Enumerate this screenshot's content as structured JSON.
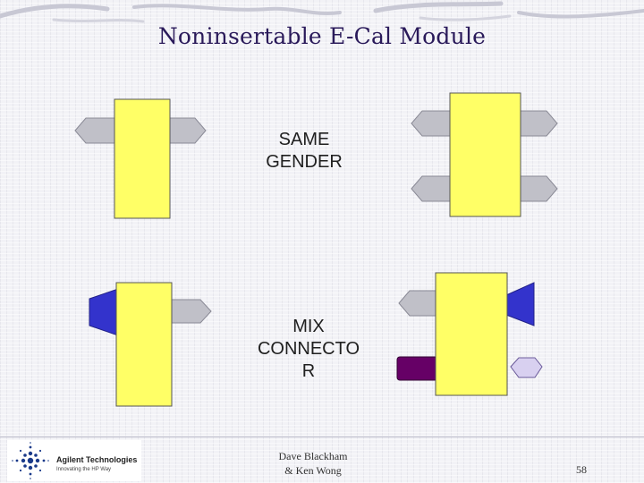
{
  "slide": {
    "title": "Noninsertable E-Cal Module",
    "label_same": "SAME\nGENDER",
    "label_mix": "MIX\nCONNECTO\nR"
  },
  "footer": {
    "author": "Dave Blackham\n& Ken Wong",
    "page_number": "58",
    "logo_name": "Agilent Technologies",
    "logo_tagline": "Innovating the HP Way"
  },
  "colors": {
    "module": "#ffff66",
    "connector_gray": "#c0c0c8",
    "connector_blue": "#3333cc",
    "connector_purple": "#660066",
    "connector_lavender": "#d8d0f0",
    "title": "#2a1a5a"
  },
  "icons": {
    "logo": "agilent-spark-icon"
  }
}
